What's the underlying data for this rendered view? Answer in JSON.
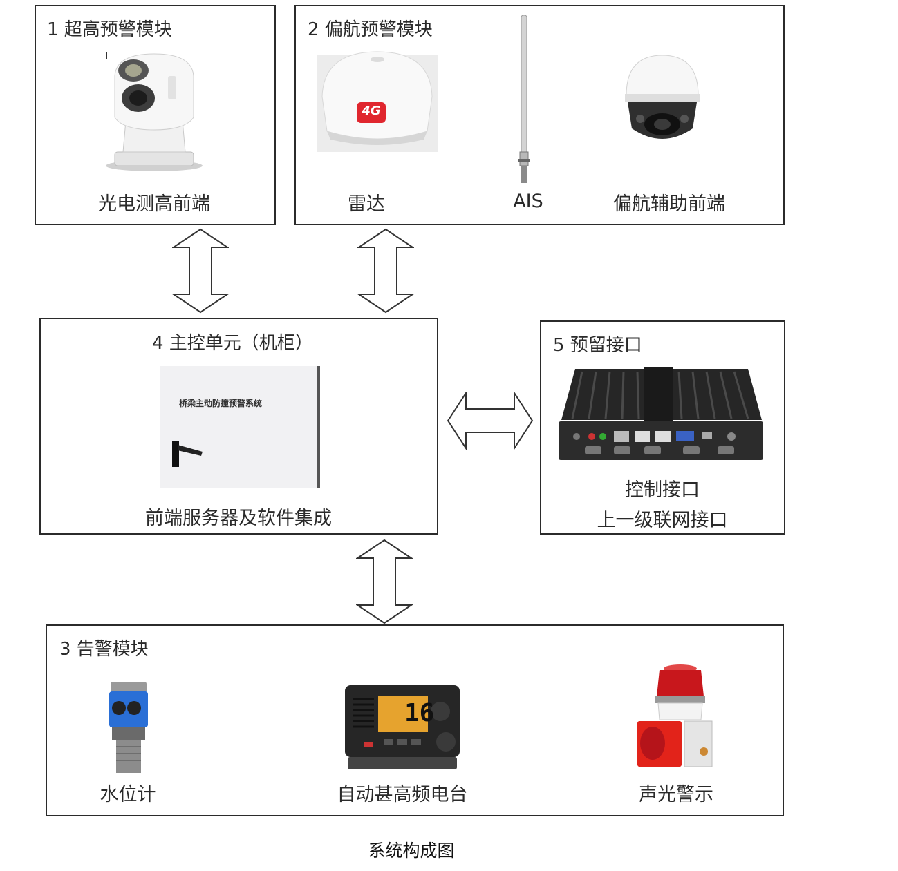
{
  "modules": {
    "m1": {
      "title": "1 超高预警模块",
      "items": [
        "光电测高前端"
      ]
    },
    "m2": {
      "title": "2 偏航预警模块",
      "items": [
        "雷达",
        "AIS",
        "偏航辅助前端"
      ]
    },
    "m3": {
      "title": "3 告警模块",
      "items": [
        "水位计",
        "自动甚高频电台",
        "声光警示"
      ]
    },
    "m4": {
      "title": "4 主控单元（机柜）",
      "items": [
        "前端服务器及软件集成"
      ],
      "cabinet_text": "桥梁主动防撞预警系统"
    },
    "m5": {
      "title": "5 预留接口",
      "items": [
        "控制接口",
        "上一级联网接口"
      ]
    }
  },
  "radar_badge": "4G",
  "radio_channel": "16",
  "caption": "系统构成图",
  "colors": {
    "border": "#2b2b2b",
    "badge": "#e0262e",
    "probe": "#2a6fd6",
    "siren": "#c8171c"
  }
}
